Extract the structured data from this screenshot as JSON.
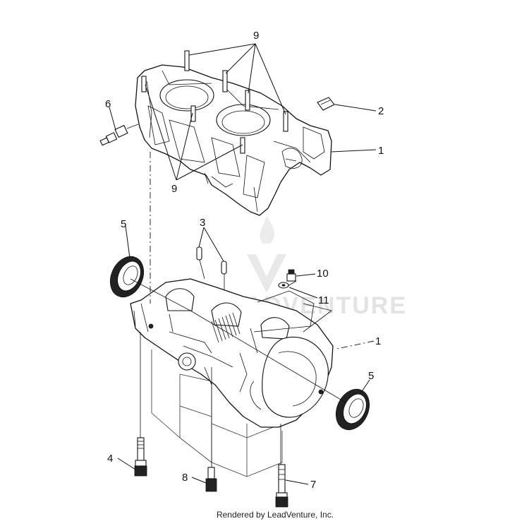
{
  "diagram": {
    "callouts": [
      {
        "key": "c9",
        "text": "9"
      },
      {
        "key": "c6",
        "text": "6"
      },
      {
        "key": "c2",
        "text": "2"
      },
      {
        "key": "c1_upper",
        "text": "1"
      },
      {
        "key": "c9_lower",
        "text": "9"
      },
      {
        "key": "c5_left",
        "text": "5"
      },
      {
        "key": "c3",
        "text": "3"
      },
      {
        "key": "c10",
        "text": "10"
      },
      {
        "key": "c11",
        "text": "11"
      },
      {
        "key": "c1_lower",
        "text": "1"
      },
      {
        "key": "c5_right",
        "text": "5"
      },
      {
        "key": "c4",
        "text": "4"
      },
      {
        "key": "c8",
        "text": "8"
      },
      {
        "key": "c7",
        "text": "7"
      }
    ],
    "watermark": "LEADVENTURE"
  },
  "footer": {
    "text": "Rendered by LeadVenture, Inc."
  }
}
